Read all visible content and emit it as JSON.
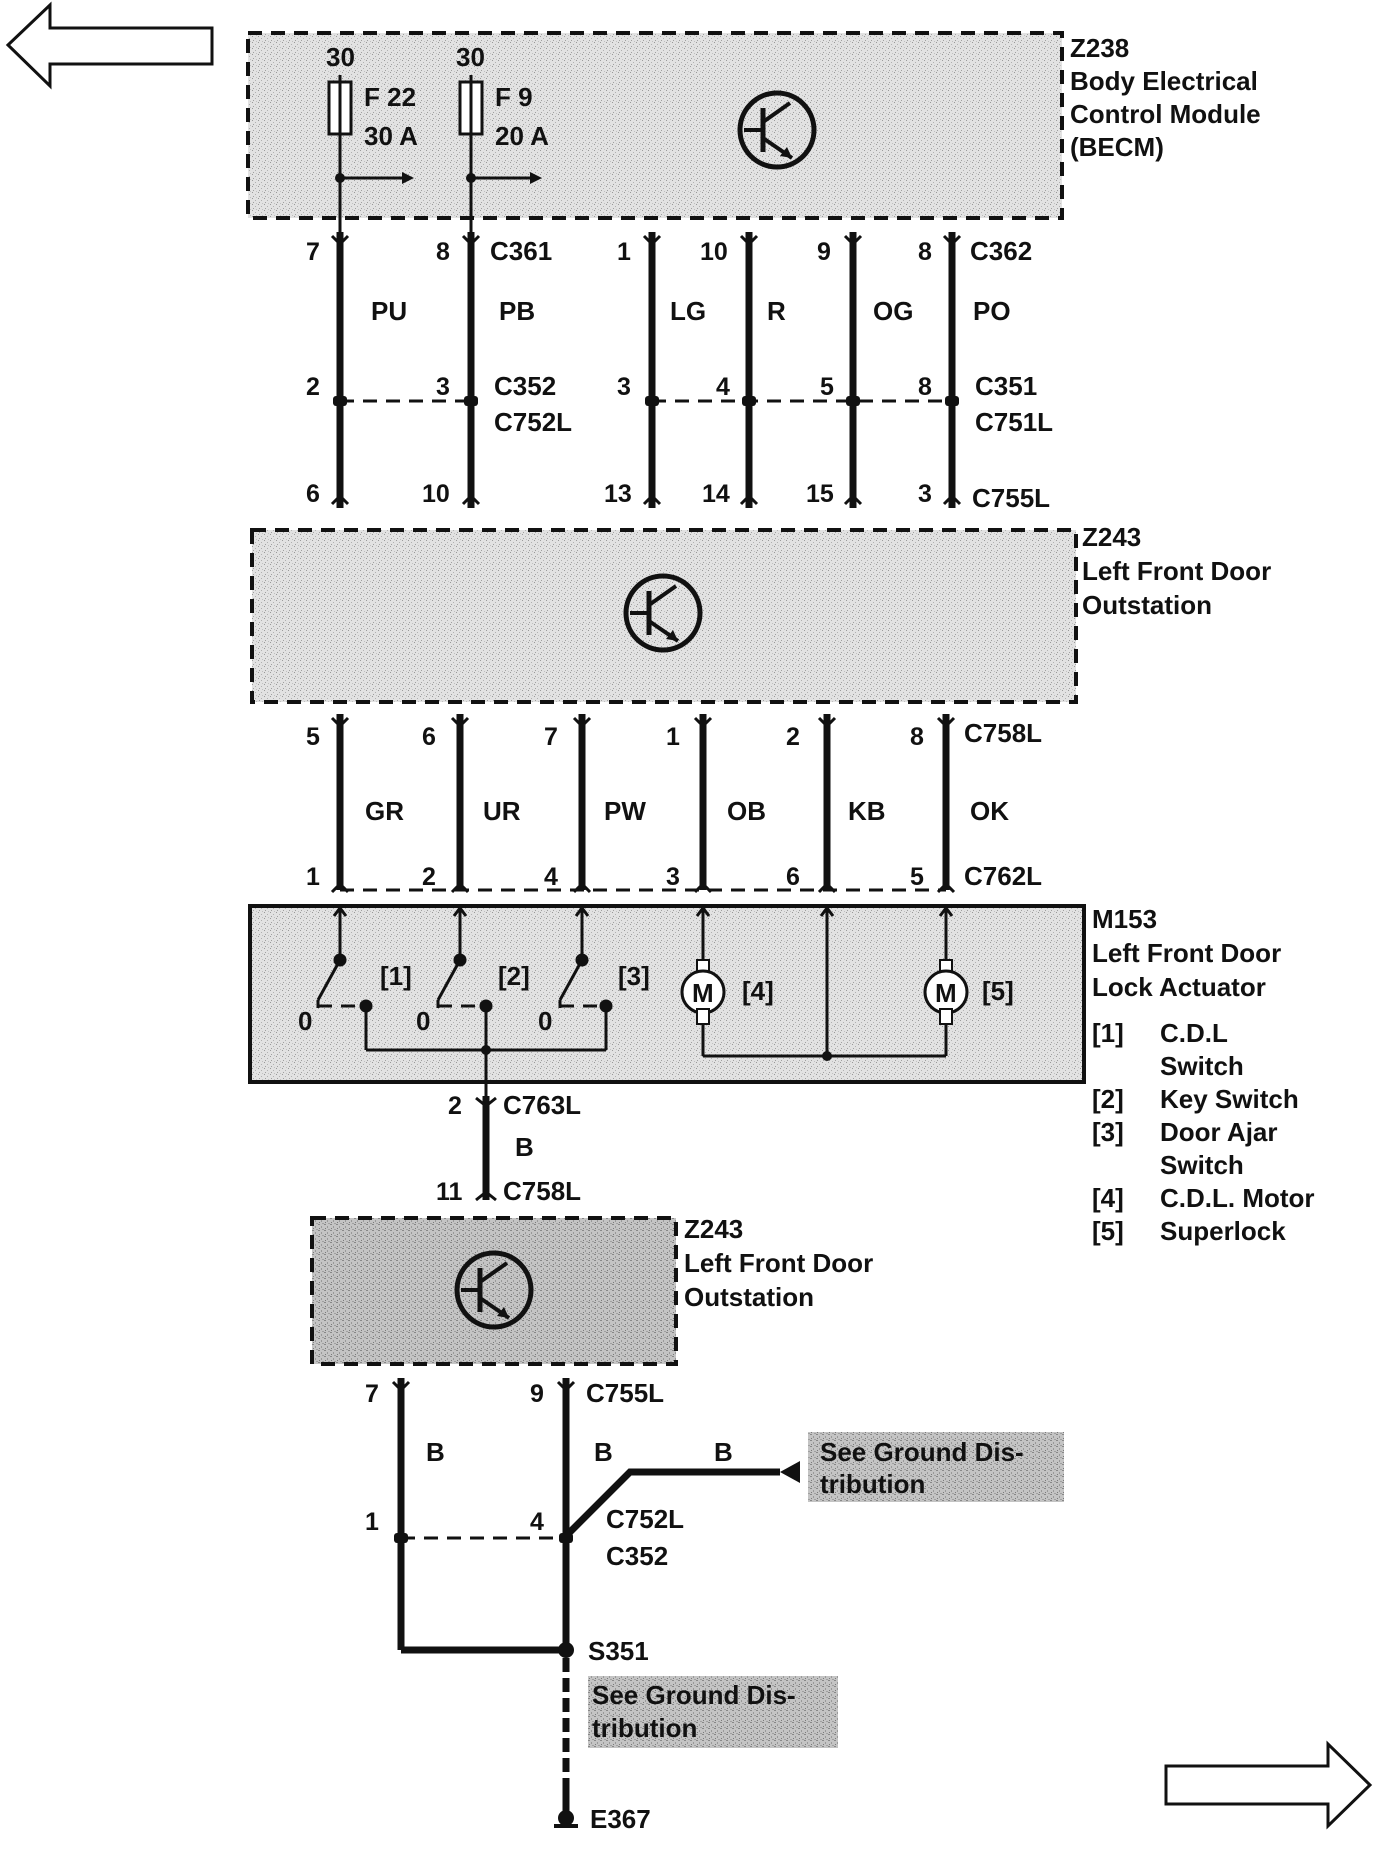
{
  "arrows": {
    "left": "arrow-left",
    "right": "arrow-right"
  },
  "becm": {
    "id": "Z238",
    "name_lines": [
      "Body Electrical",
      "Control Module",
      "(BECM)"
    ],
    "fuses": [
      {
        "supply": "30",
        "name": "F 22",
        "rating": "30 A"
      },
      {
        "supply": "30",
        "name": "F 9",
        "rating": "20 A"
      }
    ]
  },
  "upper_wires": {
    "c361": {
      "name": "C361",
      "pins": [
        "7",
        "8"
      ]
    },
    "c362": {
      "name": "C362",
      "pins": [
        "1",
        "10",
        "9",
        "8"
      ]
    },
    "colors": [
      "PU",
      "PB",
      "LG",
      "R",
      "OG",
      "PO"
    ],
    "c352": {
      "name": "C352",
      "name2": "C752L",
      "pins": [
        "2",
        "3"
      ]
    },
    "c351": {
      "name": "C351",
      "name2": "C751L",
      "pins": [
        "3",
        "4",
        "5",
        "8"
      ]
    },
    "c755l": {
      "name": "C755L",
      "pins": [
        "6",
        "10",
        "13",
        "14",
        "15",
        "3"
      ]
    }
  },
  "outstation_upper": {
    "id": "Z243",
    "name_lines": [
      "Left Front Door",
      "Outstation"
    ]
  },
  "middle_wires": {
    "c758l": {
      "name": "C758L",
      "pins": [
        "5",
        "6",
        "7",
        "1",
        "2",
        "8"
      ]
    },
    "colors": [
      "GR",
      "UR",
      "PW",
      "OB",
      "KB",
      "OK"
    ],
    "c762l": {
      "name": "C762L",
      "pins": [
        "1",
        "2",
        "4",
        "3",
        "6",
        "5"
      ]
    }
  },
  "actuator": {
    "id": "M153",
    "name_lines": [
      "Left Front Door",
      "Lock Actuator"
    ],
    "switch_tags": [
      "[1]",
      "[2]",
      "[3]"
    ],
    "switch_zero": "0",
    "motor_tags": [
      "[4]",
      "[5]"
    ],
    "motor_letter": "M",
    "legend": [
      {
        "tag": "[1]",
        "text": [
          "C.D.L",
          "Switch"
        ]
      },
      {
        "tag": "[2]",
        "text": [
          "Key Switch"
        ]
      },
      {
        "tag": "[3]",
        "text": [
          "Door Ajar",
          "Switch"
        ]
      },
      {
        "tag": "[4]",
        "text": [
          "C.D.L. Motor"
        ]
      },
      {
        "tag": "[5]",
        "text": [
          "Superlock"
        ]
      }
    ]
  },
  "ground_wire": {
    "c763l": {
      "name": "C763L",
      "pin": "2"
    },
    "color": "B",
    "c758l": {
      "name": "C758L",
      "pin": "11"
    }
  },
  "outstation_lower": {
    "id": "Z243",
    "name_lines": [
      "Left Front Door",
      "Outstation"
    ]
  },
  "bottom_wires": {
    "c755l": {
      "name": "C755L",
      "pins": [
        "7",
        "9"
      ]
    },
    "colors": [
      "B",
      "B",
      "B"
    ],
    "c752l": {
      "name": "C752L",
      "name2": "C352",
      "pins": [
        "1",
        "4"
      ]
    },
    "splice": "S351",
    "ground_ref_1": [
      "See Ground Dis-",
      "tribution"
    ],
    "ground_ref_2": [
      "See Ground Dis-",
      "tribution"
    ],
    "ground": "E367"
  }
}
